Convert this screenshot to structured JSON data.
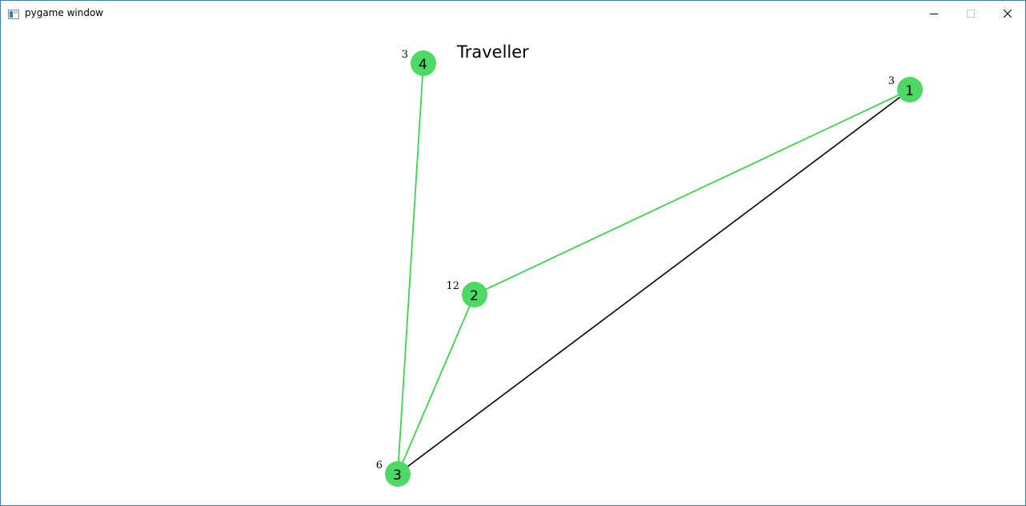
{
  "window": {
    "title": "pygame window",
    "frame_color": "#3c7fb1",
    "buttons": {
      "minimize": "minimize-icon",
      "maximize": "maximize-icon",
      "close": "close-icon"
    }
  },
  "game": {
    "title": "Traveller",
    "node_color": "#4cd964",
    "edge_green": "#3fd24f",
    "edge_black": "#000000",
    "nodes": [
      {
        "id": "1",
        "label": "1",
        "value": "3"
      },
      {
        "id": "2",
        "label": "2",
        "value": "12"
      },
      {
        "id": "3",
        "label": "3",
        "value": "6"
      },
      {
        "id": "4",
        "label": "4",
        "value": "3"
      }
    ],
    "edges": [
      {
        "from": "4",
        "to": "3",
        "color": "green"
      },
      {
        "from": "2",
        "to": "3",
        "color": "green"
      },
      {
        "from": "2",
        "to": "1",
        "color": "green"
      },
      {
        "from": "3",
        "to": "1",
        "color": "black"
      }
    ]
  }
}
